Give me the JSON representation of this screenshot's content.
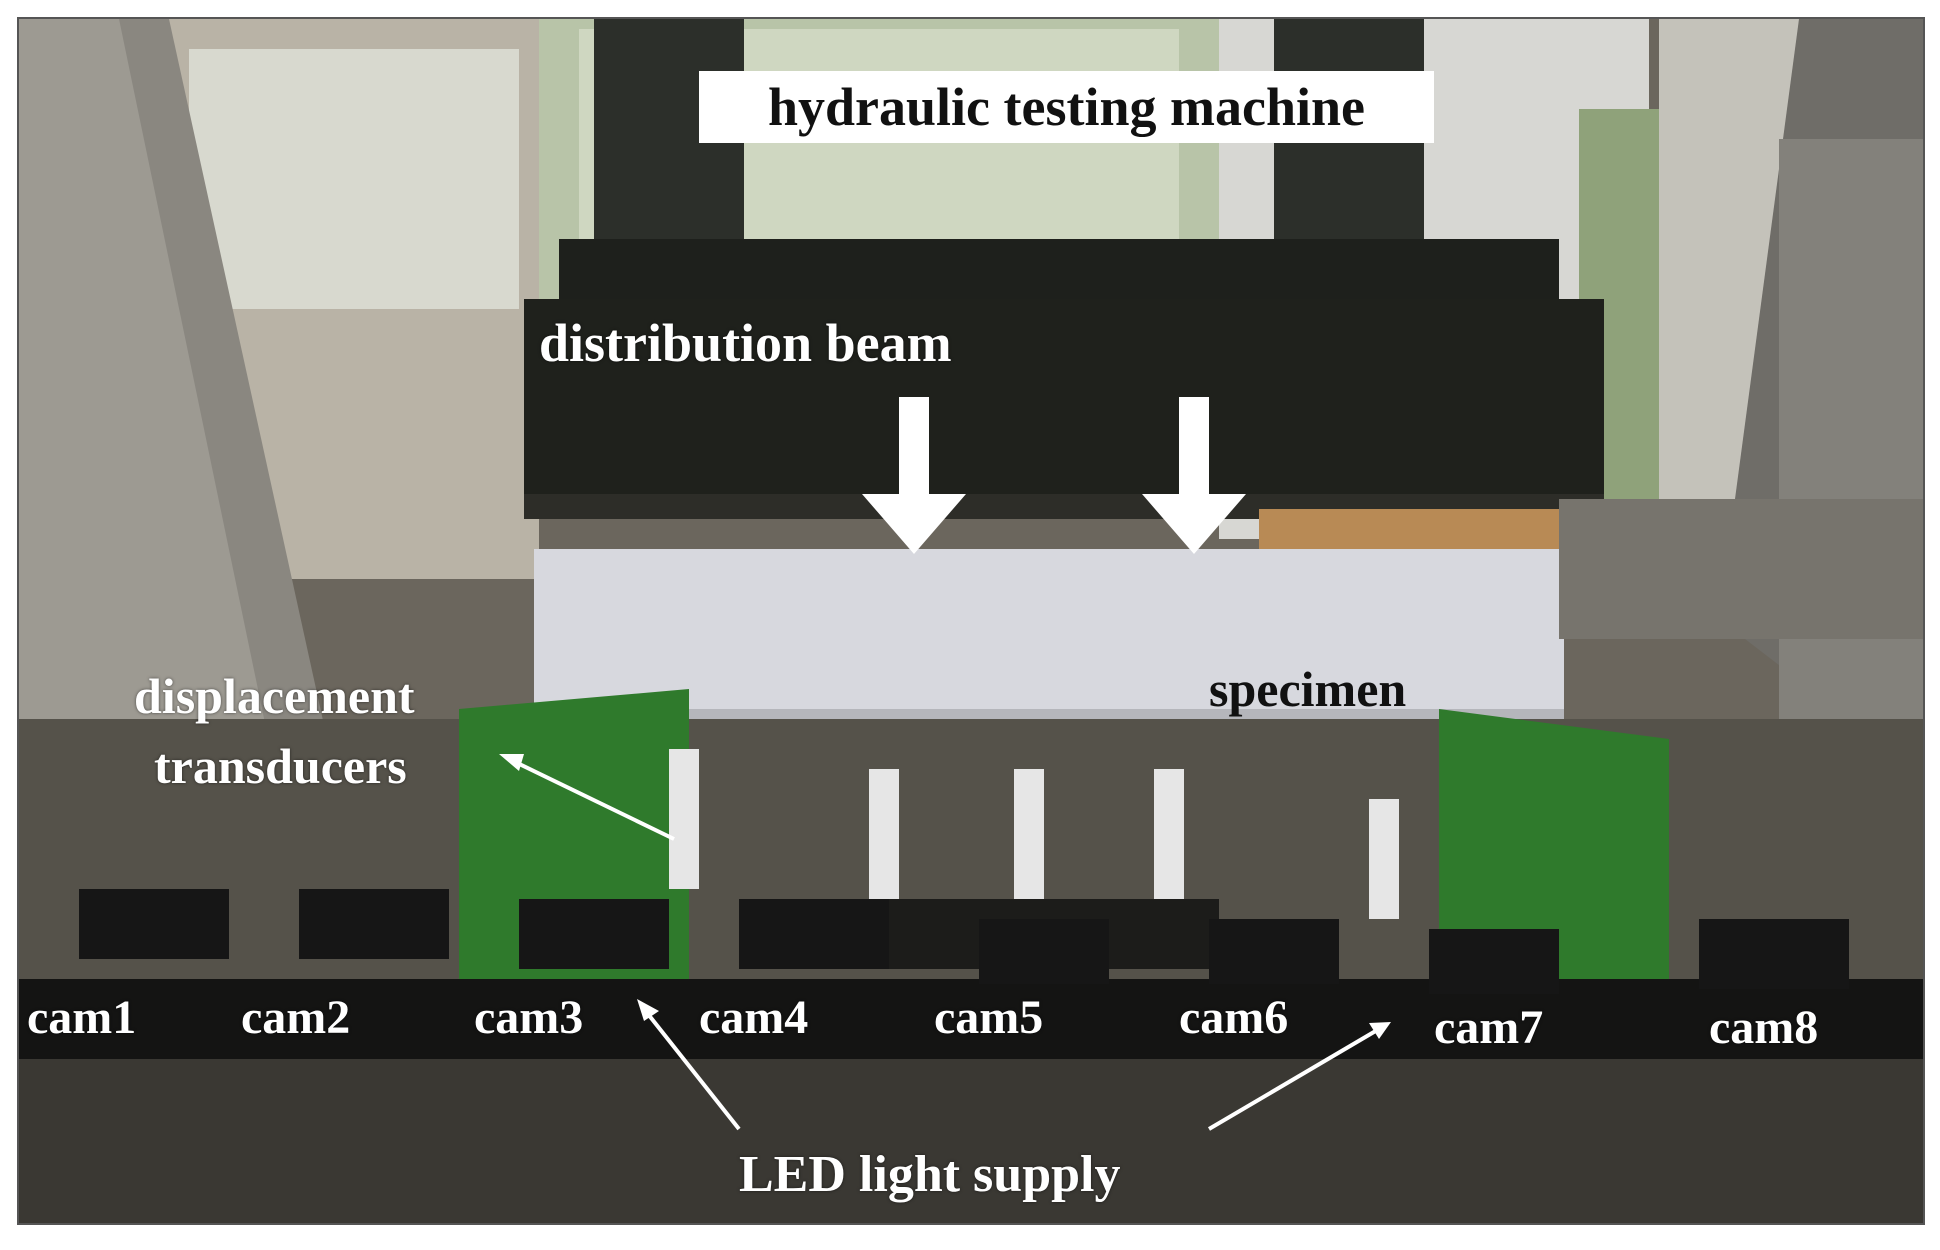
{
  "labels": {
    "machine": "hydraulic testing machine",
    "beam": "distribution beam",
    "specimen": "specimen",
    "transducers_line1": "displacement",
    "transducers_line2": "transducers",
    "led": "LED light supply"
  },
  "cameras": [
    "cam1",
    "cam2",
    "cam3",
    "cam4",
    "cam5",
    "cam6",
    "cam7",
    "cam8"
  ],
  "colors": {
    "steel_dark": "#1f211c",
    "support_green": "#2f7a2c",
    "specimen_concrete": "#d7d8de",
    "label_text": "#ffffff",
    "arrow_white": "#ffffff"
  }
}
